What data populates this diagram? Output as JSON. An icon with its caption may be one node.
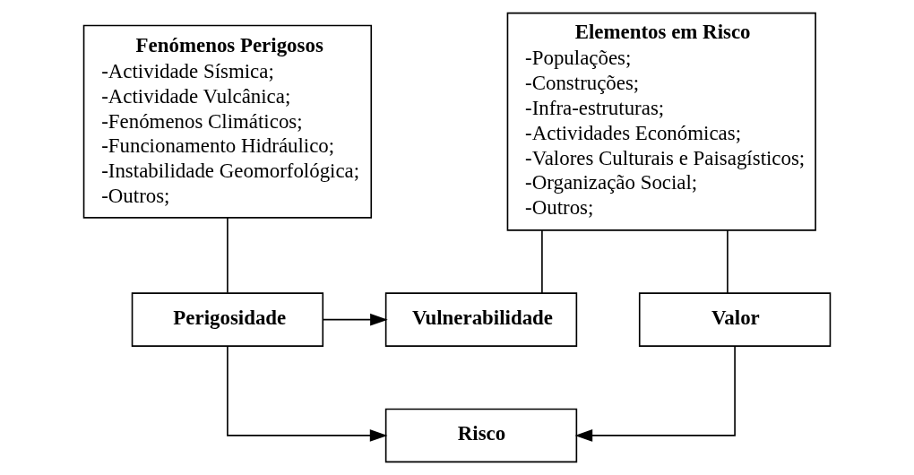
{
  "diagram": {
    "nodes": [
      {
        "text": [
          "Fenómenos Perigosos",
          "-Actividade Sísmica;",
          "-Actividade Vulcânica;",
          "-Fenómenos Climáticos;",
          "-Funcionamento Hidráulico;",
          "-Instabilidade Geomorfológica;",
          "-Outros;"
        ]
      },
      {
        "text": [
          "Elementos em Risco",
          "-Populações;",
          "-Construções;",
          "-Infra-estruturas;",
          "-Actividades Económicas;",
          "-Valores Culturais e Paisagísticos;",
          "-Organização Social;",
          "-Outros;"
        ]
      },
      {
        "text": [
          "Perigosidade"
        ]
      },
      {
        "text": [
          "Vulnerabilidade"
        ]
      },
      {
        "text": [
          "Valor"
        ]
      },
      {
        "text": [
          "Risco"
        ]
      }
    ],
    "edges": [
      {
        "from": 0,
        "to": 2,
        "arrow": "none"
      },
      {
        "from": 1,
        "to": 3,
        "arrow": "none"
      },
      {
        "from": 1,
        "to": 4,
        "arrow": "none"
      },
      {
        "from": 2,
        "to": 3,
        "arrow": "to"
      },
      {
        "from": 2,
        "to": 5,
        "arrow": "to"
      },
      {
        "from": 4,
        "to": 5,
        "arrow": "to"
      }
    ]
  }
}
